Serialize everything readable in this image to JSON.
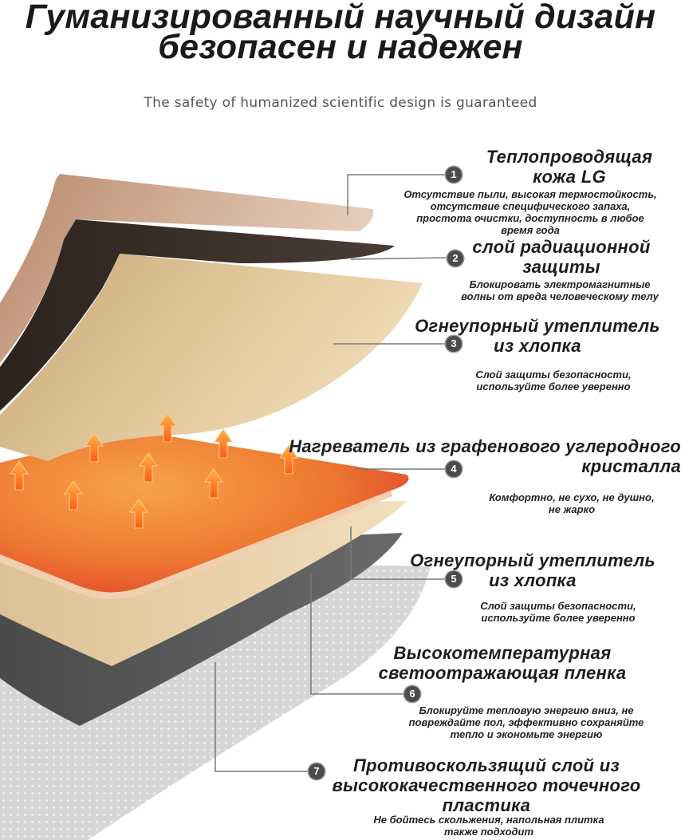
{
  "title": {
    "line1": "Гуманизированный научный дизайн",
    "line2": "безопасен и надежен"
  },
  "subtitle": "The safety of humanized scientific design is guaranteed",
  "colors": {
    "wood": "#c9a388",
    "dark_shielding": "#3b2f2a",
    "cotton": "#d9bc8c",
    "heater": "#ee6a2a",
    "heater_edge": "#e2452a",
    "reflective_film": "#5d5d5d",
    "anti_slip": "#d0d0d0",
    "arrow": "#ff7a1a",
    "badge": "#4b4b4b"
  },
  "layers": [
    {
      "number": "1",
      "name_lines": [
        "Теплопроводящая",
        "кожа LG"
      ],
      "desc_lines": [
        "Отсутствие пыли, высокая термостойкость,",
        "отсутствие специфического запаха,",
        "простота очистки, доступность в любое",
        "время года"
      ]
    },
    {
      "number": "2",
      "name_lines": [
        "слой радиационной",
        "защиты"
      ],
      "desc_lines": [
        "Блокировать электромагнитные",
        "волны от вреда человеческому телу"
      ]
    },
    {
      "number": "3",
      "name_lines": [
        "Огнеупорный утеплитель",
        "из хлопка"
      ],
      "desc_lines": [
        "Слой защиты безопасности,",
        "используйте более уверенно"
      ]
    },
    {
      "number": "4",
      "name_lines": [
        "Нагреватель из графенового углеродного",
        "кристалла"
      ],
      "desc_lines": [
        "Комфортно, не сухо, не душно,",
        "не жарко"
      ]
    },
    {
      "number": "5",
      "name_lines": [
        "Огнеупорный утеплитель",
        "из хлопка"
      ],
      "desc_lines": [
        "Слой защиты безопасности,",
        "используйте более уверенно"
      ]
    },
    {
      "number": "6",
      "name_lines": [
        "Высокотемпературная",
        "светоотражающая пленка"
      ],
      "desc_lines": [
        "Блокируйте тепловую энергию вниз, не",
        "повреждайте пол, эффективно сохраняйте",
        "тепло и экономьте энергию"
      ]
    },
    {
      "number": "7",
      "name_lines": [
        "Противоскользящий слой из",
        "высококачественного точечного",
        "пластика"
      ],
      "desc_lines": [
        "Не бойтесь скольжения, напольная плитка",
        "также подходит"
      ]
    }
  ],
  "icons": {
    "heat_arrow": "heat-arrow-icon",
    "badge": "number-badge-icon"
  }
}
